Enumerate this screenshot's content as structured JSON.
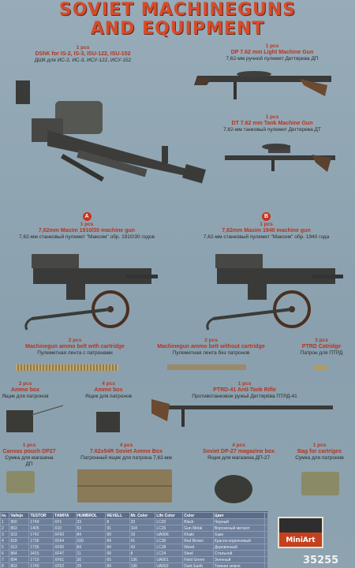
{
  "title": {
    "line1": "SOVIET MACHINEGUNS",
    "line2": "AND EQUIPMENT"
  },
  "items": [
    {
      "qty": "1 pcs",
      "en": "DShK for IS-2, IS-3, ISU-122, ISU-152",
      "ru": "ДШК для ИС-2, ИС-3, ИСУ-122, ИСУ-152"
    },
    {
      "qty": "1 pcs",
      "en": "DP 7.62 mm Light Machine Gun",
      "ru": "7,62-мм ручной пулемет Дегтярева ДП"
    },
    {
      "qty": "1 pcs",
      "en": "DT 7.62 mm Tank Machine Gun",
      "ru": "7,62-мм танковый пулемет Дегтярева ДТ"
    },
    {
      "letter": "A",
      "qty": "1 pcs",
      "en": "7,62mm Maxim 1910/30 machine gun",
      "ru": "7,62-мм станковый пулемет \"Максим\" обр. 1910/30 годов"
    },
    {
      "letter": "B",
      "qty": "1 pcs",
      "en": "7,62mm Maxim 1940 machine gun",
      "ru": "7,62-мм станковый пулемет \"Максим\" обр. 1940 года"
    },
    {
      "qty": "2 pcs",
      "en": "Machinegun ammo belt with cartridge",
      "ru": "Пулеметная лента с патронами"
    },
    {
      "qty": "2 pcs",
      "en": "Machinegun ammo belt without cartridge",
      "ru": "Пулеметная лента без патронов"
    },
    {
      "qty": "3 pcs",
      "en": "PTRD Catridge",
      "ru": "Патрон для ПТРД"
    },
    {
      "qty": "2 pcs",
      "en": "Ammo box",
      "ru": "Ящик для патронов"
    },
    {
      "qty": "4 pcs",
      "en": "Ammo box",
      "ru": "Ящик для патронов"
    },
    {
      "qty": "1 pcs",
      "en": "PTRD-41 Anti-Tank Rifle",
      "ru": "Противотанковое ружьё Дегтярёва ПТРД-41"
    },
    {
      "qty": "1 pcs",
      "en": "Canvas pouch DP27",
      "ru": "Сумка для магазина ДП"
    },
    {
      "qty": "4 pcs",
      "en": "7.62x54R Soviet Ammo Box",
      "ru": "Патронный ящик для патрона 7,62-мм"
    },
    {
      "qty": "4 pcs",
      "en": "Soviet DP-27 magazine box",
      "ru": "Ящик для магазина ДП-27"
    },
    {
      "qty": "1 pcs",
      "en": "Bag for cartriges",
      "ru": "Сумка для патронов"
    }
  ],
  "paint": {
    "headers": [
      "№",
      "Vallejo",
      "TESTOR",
      "TAMIYA",
      "HUMBROL",
      "REVELL",
      "Mr. Color",
      "Life Color",
      "Color",
      "Цвет",
      ""
    ],
    "rows": [
      [
        "1",
        "950",
        "1749",
        "XF1",
        "33",
        "8",
        "33",
        "LC02",
        "Black",
        "Черный",
        ""
      ],
      [
        "2",
        "863",
        "1405",
        "X10",
        "53",
        "91",
        "104",
        "LC26",
        "Gun Metal",
        "Вороненый металл",
        ""
      ],
      [
        "3",
        "923",
        "1742",
        "XF60",
        "84",
        "89",
        "19",
        "UA006",
        "Khaki",
        "Хаки",
        ""
      ],
      [
        "4",
        "818",
        "1736",
        "XF64",
        "100",
        "84",
        "41",
        "LC36",
        "Red Brown",
        "Красно-коричневый",
        ""
      ],
      [
        "5",
        "913",
        "1735",
        "XF60",
        "84",
        "84",
        "43",
        "LC38",
        "Wood",
        "Деревянный",
        ""
      ],
      [
        "6",
        "864",
        "3415",
        "XF47",
        "11",
        "99",
        "8",
        "LC24",
        "Steel",
        "Стальной",
        ""
      ],
      [
        "7",
        "894",
        "1710",
        "XF61",
        "30",
        "65",
        "136",
        "UA001",
        "Field Green",
        "Зеленый",
        ""
      ],
      [
        "8",
        "853",
        "1740",
        "XF52",
        "29",
        "84",
        "136",
        "UA002",
        "Dark Earth",
        "Темная земля",
        ""
      ]
    ]
  },
  "brand": {
    "logo": "MiniArt",
    "kit_number": "35255"
  }
}
